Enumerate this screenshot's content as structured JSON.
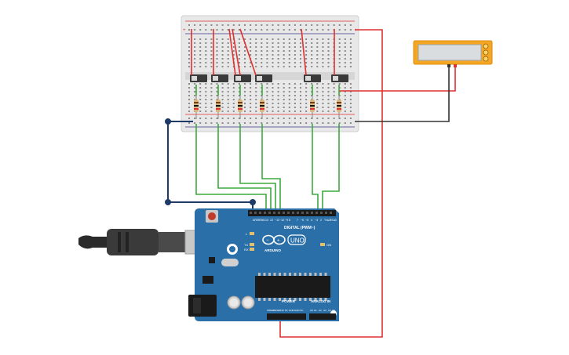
{
  "arduino": {
    "brand": "ARDUINO",
    "model": "UNO",
    "digital_label": "DIGITAL (PWM~)",
    "power_label": "POWER",
    "analog_label": "ANALOG IN",
    "on_label": "ON",
    "l_label": "L",
    "tx_label": "TX",
    "rx_label": "RX",
    "pin_aref": "AREF",
    "pin_gnd": "GND",
    "pin_13": "13",
    "pin_12": "12",
    "pin_11": "~11",
    "pin_10": "~10",
    "pin_9": "~9",
    "pin_8": "8",
    "pin_7": "7",
    "pin_6": "~6",
    "pin_5": "~5",
    "pin_4": "4",
    "pin_3": "~3",
    "pin_2": "2",
    "pin_tx1": "TX▸1",
    "pin_rx0": "RX◂0",
    "pwr_ioref": "IOREF",
    "pwr_reset": "RESET",
    "pwr_3v3": "3.3V",
    "pwr_5v": "5V",
    "pwr_gnd1": "GND",
    "pwr_gnd2": "GND",
    "pwr_vin": "Vin",
    "an_a0": "A0",
    "an_a1": "A1",
    "an_a2": "A2",
    "an_a3": "A3",
    "an_a4": "A4",
    "an_a5": "A5"
  },
  "colors": {
    "board": "#2a6fa8",
    "breadboard": "#e8e8e8",
    "wire_red": "#e03030",
    "wire_green": "#3caa3c",
    "wire_black": "#333333",
    "wire_navy": "#1e3a66",
    "lcd_frame": "#f5a623",
    "lcd_screen": "#d9dde0"
  }
}
